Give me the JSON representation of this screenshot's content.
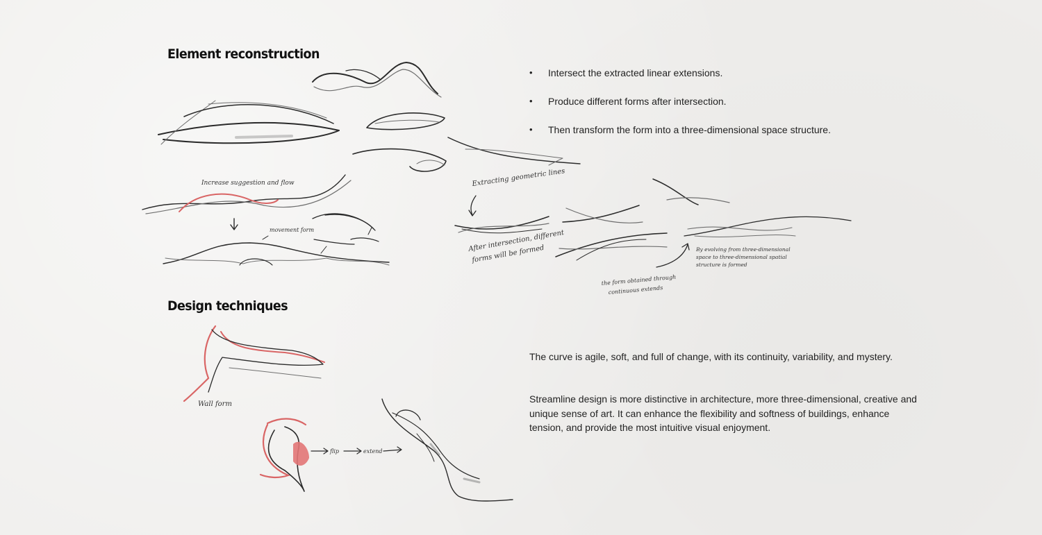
{
  "sections": {
    "element_reconstruction": {
      "title": "Element reconstruction",
      "bullets": [
        "Intersect the extracted linear extensions.",
        "Produce different forms after intersection.",
        "Then transform the form into a three-dimensional space structure."
      ]
    },
    "design_techniques": {
      "title": "Design techniques",
      "paragraphs": [
        "The curve is agile, soft, and full of change, with its continuity, variability, and mystery.",
        "Streamline design is more distinctive in architecture, more three-dimensional, creative and unique sense of art. It can enhance the flexibility and softness of buildings, enhance tension, and provide the most intuitive visual enjoyment."
      ]
    }
  },
  "sketch_notes": {
    "note_a": "Increase suggestion and flow",
    "note_b": "movement form",
    "note_c": "Extracting geometric lines",
    "note_d1": "After intersection, different",
    "note_d2": "forms will be formed",
    "note_e1": "By evolving from three-dimensional",
    "note_e2": "space to three-dimensional spatial",
    "note_e3": "structure is formed",
    "note_f1": "the form obtained through",
    "note_f2": "continuous extends",
    "note_g": "Wall form",
    "note_h": "flip",
    "note_i": "extend"
  },
  "colors": {
    "paper": "#efeeec",
    "ink": "#2a2a2a",
    "accent_red": "#d96565"
  }
}
